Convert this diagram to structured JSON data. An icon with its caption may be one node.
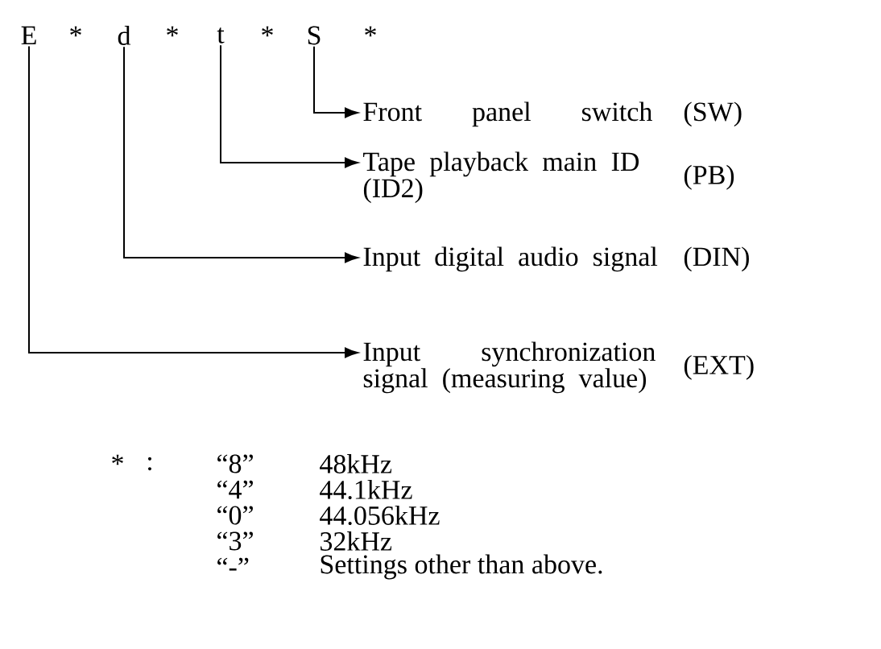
{
  "diagram": {
    "nodes": [
      {
        "text": [
          "E"
        ]
      },
      {
        "text": [
          "d"
        ]
      },
      {
        "text": [
          "t"
        ]
      },
      {
        "text": [
          "S"
        ]
      },
      {
        "text": [
          "Front panel switch"
        ],
        "beside": [
          "(SW)"
        ]
      },
      {
        "text": [
          "Tape playback main ID (ID2)"
        ],
        "beside": [
          "(PB)"
        ]
      },
      {
        "text": [
          "Input digital audio signal"
        ],
        "beside": [
          "(DIN)"
        ]
      },
      {
        "text": [
          "Input synchronization signal (measuring value)"
        ],
        "beside": [
          "(EXT)"
        ]
      }
    ],
    "edges": [
      {
        "from": 3,
        "to": 4,
        "arrow": "to"
      },
      {
        "from": 2,
        "to": 5,
        "arrow": "to"
      },
      {
        "from": 1,
        "to": 6,
        "arrow": "to"
      },
      {
        "from": 0,
        "to": 7,
        "arrow": "to"
      }
    ],
    "labels": [
      "*",
      "*",
      "*",
      "*",
      "*",
      ":",
      "“8”",
      "48kHz",
      "“4”",
      "44.1kHz",
      "“0”",
      "44.056kHz",
      "“3”",
      "32kHz",
      "“-”",
      "Settings other than above."
    ]
  }
}
